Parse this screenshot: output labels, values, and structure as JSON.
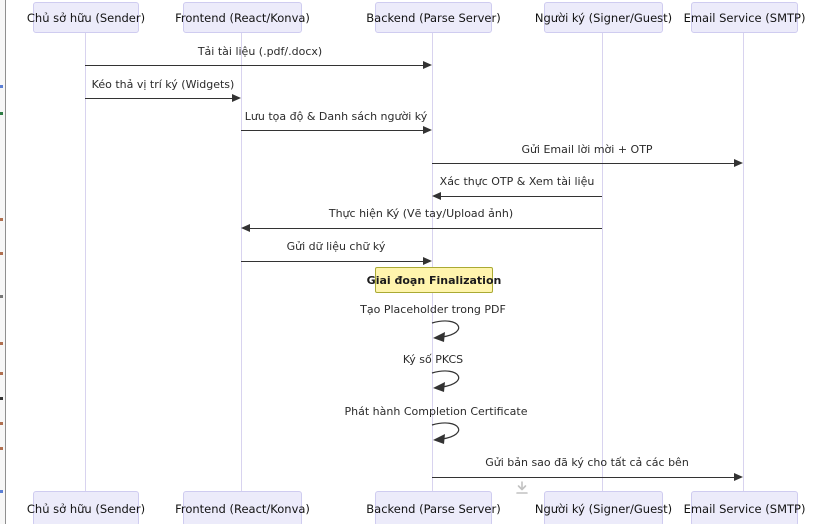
{
  "colors": {
    "actor_fill": "#ecebfa",
    "actor_border": "#cfccf0",
    "note_fill": "#fff5ad",
    "note_border": "#aaaa33",
    "arrow": "#333333",
    "lifeline": "#d8d3ef",
    "text": "#131313",
    "msg_text": "#2b2b2b",
    "icon_muted": "#c2c2c2"
  },
  "participants": [
    {
      "label": "Chủ sở hữu (Sender)"
    },
    {
      "label": "Frontend (React/Konva)"
    },
    {
      "label": "Backend (Parse Server)"
    },
    {
      "label": "Người ký (Signer/Guest)"
    },
    {
      "label": "Email Service (SMTP)"
    }
  ],
  "messages": [
    {
      "label": "Tải tài liệu (.pdf/.docx)",
      "from": "Chủ sở hữu (Sender)",
      "to": "Backend (Parse Server)"
    },
    {
      "label": "Kéo thả vị trí ký (Widgets)",
      "from": "Chủ sở hữu (Sender)",
      "to": "Frontend (React/Konva)"
    },
    {
      "label": "Lưu tọa độ & Danh sách người ký",
      "from": "Frontend (React/Konva)",
      "to": "Backend (Parse Server)"
    },
    {
      "label": "Gửi Email lời mời + OTP",
      "from": "Backend (Parse Server)",
      "to": "Email Service (SMTP)"
    },
    {
      "label": "Xác thực OTP & Xem tài liệu",
      "from": "Người ký (Signer/Guest)",
      "to": "Backend (Parse Server)"
    },
    {
      "label": "Thực hiện Ký (Vẽ tay/Upload ảnh)",
      "from": "Người ký (Signer/Guest)",
      "to": "Frontend (React/Konva)"
    },
    {
      "label": "Gửi dữ liệu chữ ký",
      "from": "Frontend (React/Konva)",
      "to": "Backend (Parse Server)"
    },
    {
      "label": "Tạo Placeholder trong PDF",
      "from": "Backend (Parse Server)",
      "to": "Backend (Parse Server)"
    },
    {
      "label": "Ký số PKCS",
      "from": "Backend (Parse Server)",
      "to": "Backend (Parse Server)"
    },
    {
      "label": "Phát hành Completion Certificate",
      "from": "Backend (Parse Server)",
      "to": "Backend (Parse Server)"
    },
    {
      "label": "Gửi bản sao đã ký cho tất cả các bên",
      "from": "Backend (Parse Server)",
      "to": "Email Service (SMTP)"
    }
  ],
  "note": {
    "label": "Giai đoạn Finalization"
  },
  "icons": {
    "download": "arrow-down-to-line"
  }
}
